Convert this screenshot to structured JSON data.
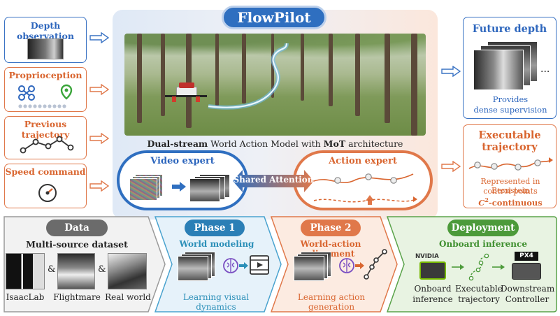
{
  "title": "FlowPilot",
  "inputs": {
    "depth": "Depth observation",
    "proprio": "Proprioception",
    "prev_traj": "Previous trajectory",
    "speed": "Speed command"
  },
  "center": {
    "mot_bold1": "Dual-stream",
    "mot_mid": " World Action Model with ",
    "mot_bold2": "MoT",
    "mot_end": " architecture",
    "video_expert": "Video expert",
    "shared_attention": "Shared Attention",
    "action_expert": "Action expert"
  },
  "outputs": {
    "future_depth": "Future depth",
    "dots": "...",
    "provides_1": "Provides",
    "provides_2": "dense supervision",
    "exec_1": "Executable",
    "exec_2": "trajectory",
    "bern_1": "Represented in Bernstein",
    "bern_2": "control points",
    "c2_c": "C",
    "c2_sup": "2",
    "c2_rest": "-continuous"
  },
  "phases": {
    "data": {
      "tag": "Data",
      "subtitle": "Multi-source dataset",
      "amp": "&",
      "src1": "IsaacLab",
      "src2": "Flightmare",
      "src3": "Real world"
    },
    "phase1": {
      "tag": "Phase 1",
      "subtitle": "World modeling",
      "caption": "Learning visual dynamics"
    },
    "phase2": {
      "tag": "Phase 2",
      "subtitle": "World-action alignment",
      "caption": "Learning action generation"
    },
    "deploy": {
      "tag": "Deployment",
      "subtitle": "Onboard inference",
      "nvidia": "NVIDIA",
      "px4": "PX4",
      "c1a": "Onboard",
      "c1b": "inference",
      "c2a": "Executable",
      "c2b": "trajectory",
      "c3a": "Downstream",
      "c3b": "Controller"
    }
  },
  "colors": {
    "blue": "#2f6fc0",
    "orange": "#e0784a",
    "phase1_teal": "#2b8fb8",
    "green": "#4c9a3a",
    "gray": "#555555"
  }
}
